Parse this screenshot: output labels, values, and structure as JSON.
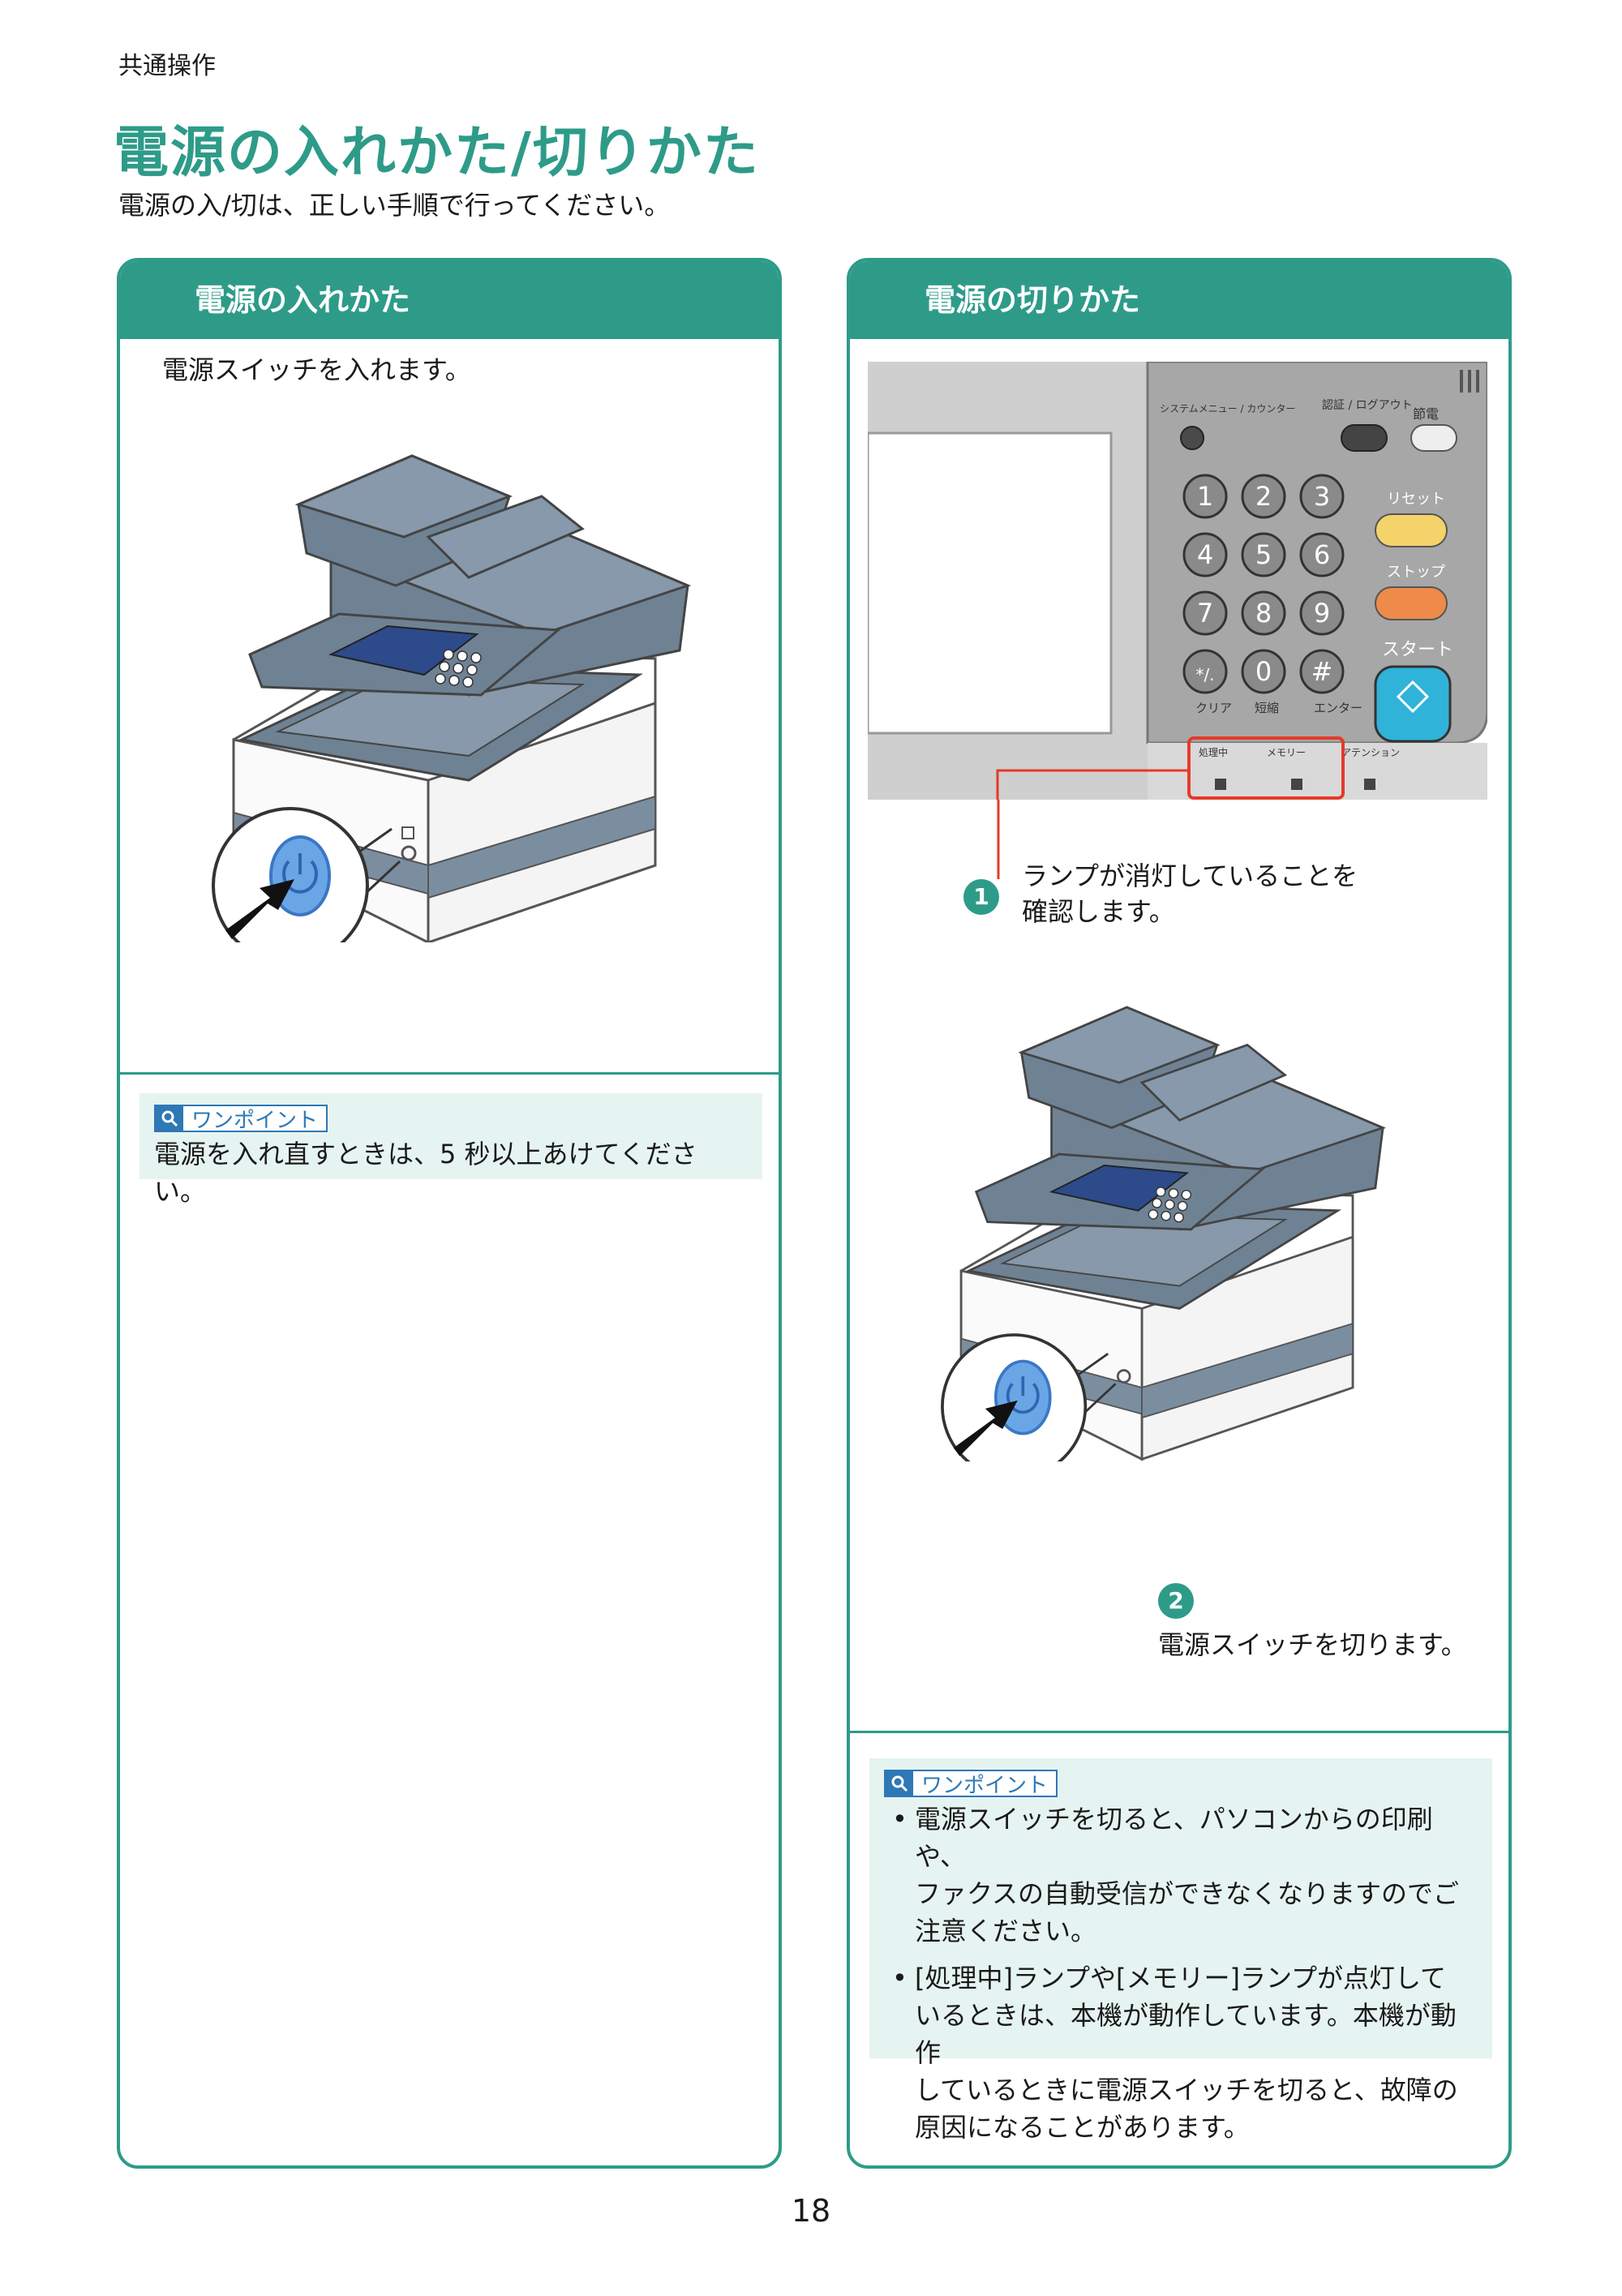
{
  "header": {
    "section": "共通操作",
    "title": "電源の入れかた/切りかた",
    "subtitle": "電源の入/切は、正しい手順で行ってください。"
  },
  "left_panel": {
    "title": "電源の入れかた",
    "step_text": "電源スイッチを入れます。",
    "tip": {
      "tag": "ワンポイント",
      "text": "電源を入れ直すときは、5 秒以上あけてください。"
    }
  },
  "right_panel": {
    "title": "電源の切りかた",
    "control_panel": {
      "system_menu": "システムメニュー / カウンター",
      "auth_logout": "認証 / ログアウト",
      "energy_saver": "節電",
      "keys": [
        "1",
        "2",
        "3",
        "4",
        "5",
        "6",
        "7",
        "8",
        "9",
        "*/.",
        "0",
        "#"
      ],
      "reset": "リセット",
      "stop": "ストップ",
      "start": "スタート",
      "clear": "クリア",
      "quick_no": "短縮",
      "enter": "エンター",
      "lamp_processing": "処理中",
      "lamp_memory": "メモリー",
      "lamp_attention": "アテンション"
    },
    "step1": {
      "number": "1",
      "line1": "ランプが消灯していることを",
      "line2": "確認します。"
    },
    "step2": {
      "number": "2",
      "text": "電源スイッチを切ります。"
    },
    "tip": {
      "tag": "ワンポイント",
      "bullets": [
        [
          "電源スイッチを切ると、パソコンからの印刷や、",
          "ファクスの自動受信ができなくなりますのでご",
          "注意ください。"
        ],
        [
          "[処理中]ランプや[メモリー]ランプが点灯して",
          "いるときは、本機が動作しています。本機が動作",
          "しているときに電源スイッチを切ると、故障の",
          "原因になることがあります。"
        ]
      ]
    }
  },
  "page_number": "18",
  "colors": {
    "accent": "#2e9b89",
    "tip_bg": "#e6f4f1",
    "tag_blue": "#2e78b5",
    "highlight_red": "#e53a2a"
  }
}
